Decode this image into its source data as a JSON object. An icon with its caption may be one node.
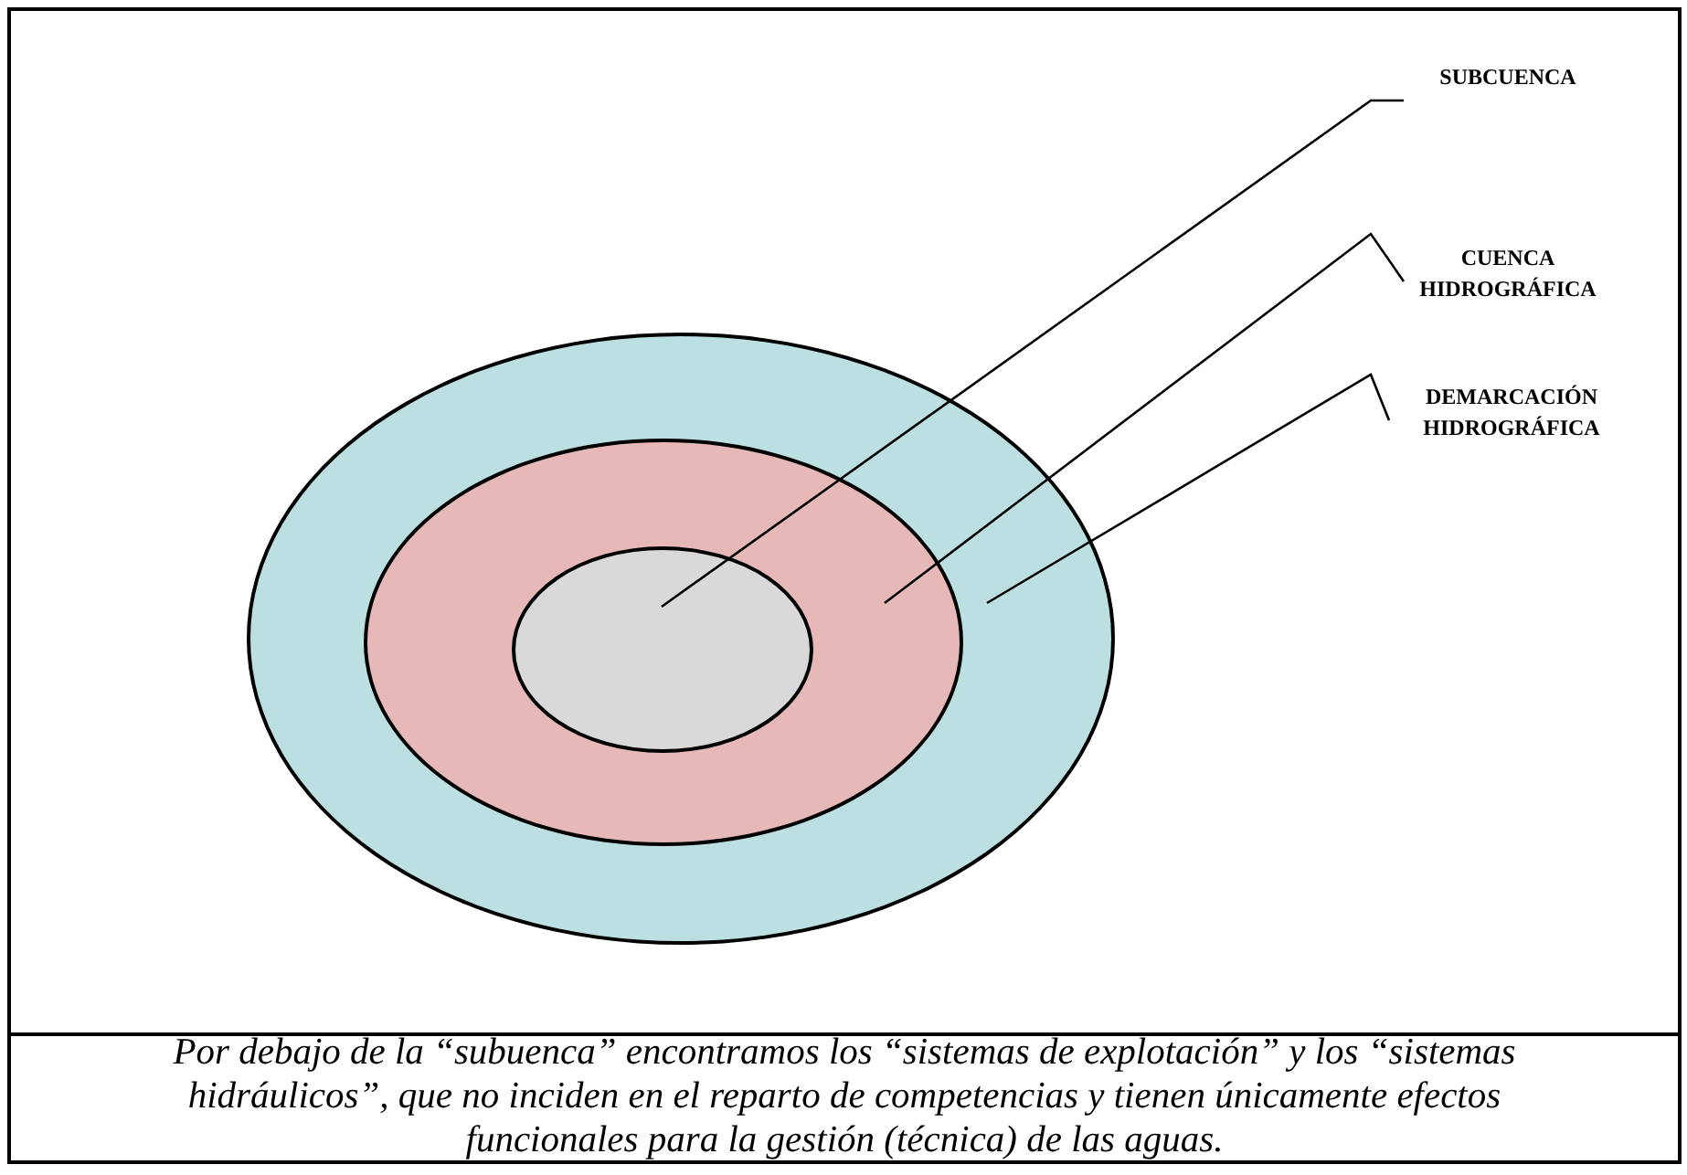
{
  "diagram": {
    "caption": "Por debajo de la “subuenca” encontramos los “sistemas de explotación” y los “sistemas hidráulicos”, que no inciden en el reparto de competencias y tienen únicamente efectos funcionales para la gestión (técnica) de las aguas.",
    "nodes": [
      {
        "text": [],
        "shape": "circle"
      },
      {
        "text": [],
        "shape": "circle",
        "in": 0
      },
      {
        "text": [],
        "shape": "circle",
        "in": 1
      },
      {
        "text": [
          "SUBCUENCA"
        ]
      },
      {
        "text": [
          "CUENCA HIDROGRÁFICA"
        ]
      },
      {
        "text": [
          "DEMARCACIÓN HIDROGRÁFICA"
        ]
      }
    ],
    "edges": [
      {
        "from": 3,
        "to": 2,
        "arrow": "none"
      },
      {
        "from": 4,
        "to": 1,
        "arrow": "none"
      },
      {
        "from": 5,
        "to": 0,
        "arrow": "none"
      }
    ]
  }
}
